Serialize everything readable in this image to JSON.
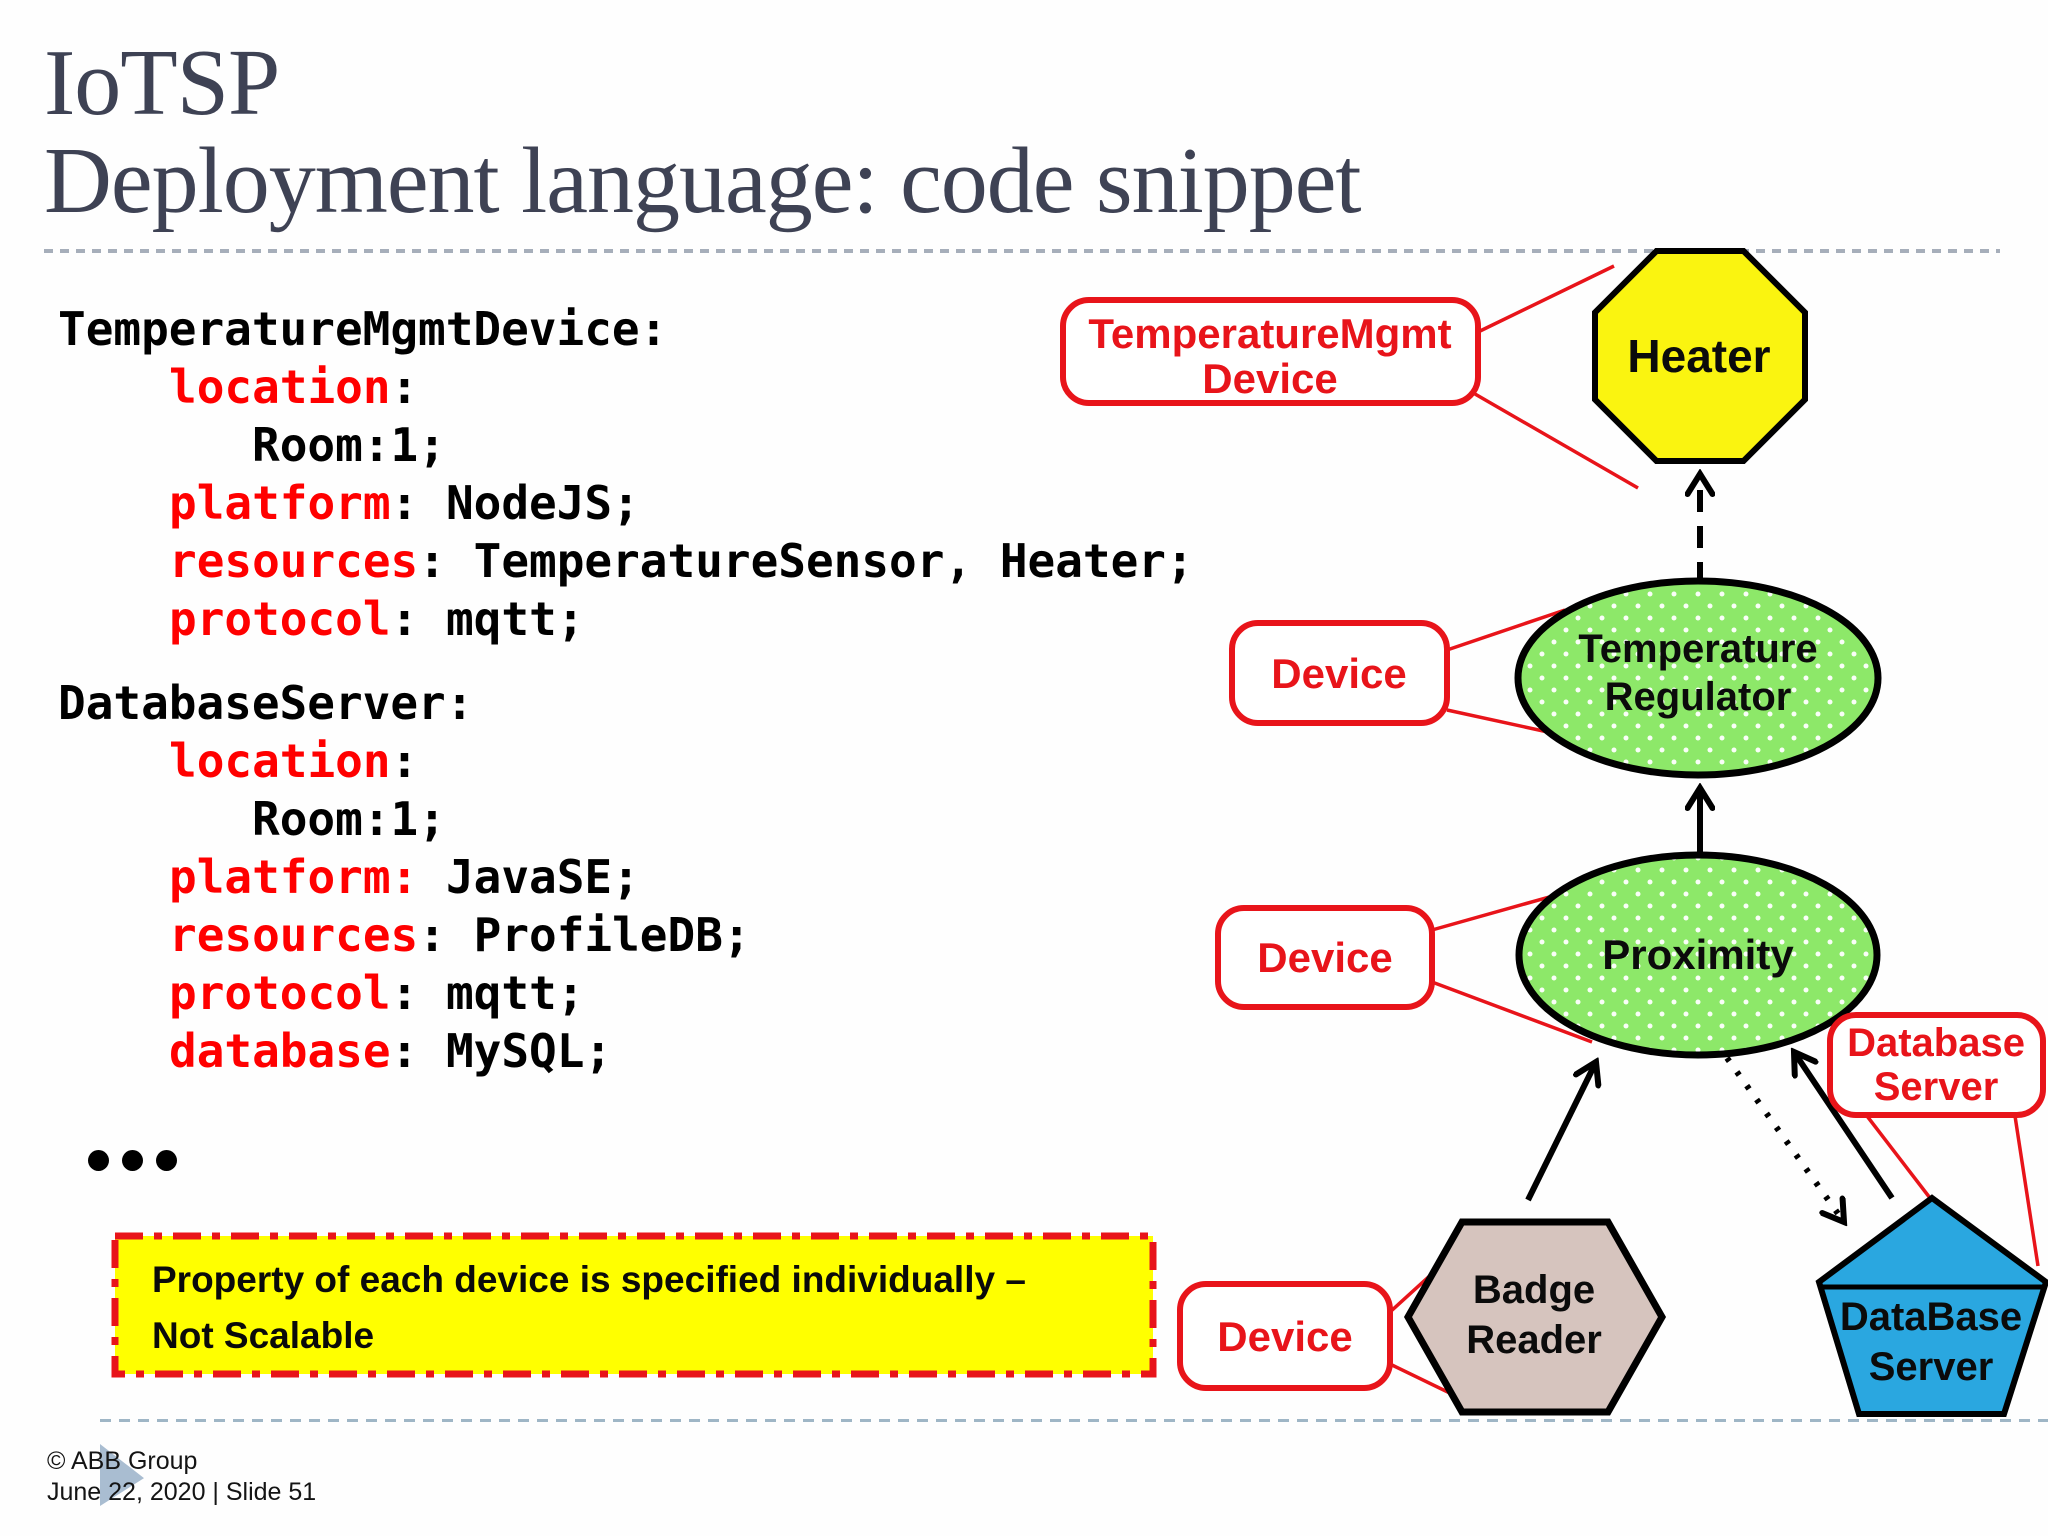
{
  "slide": {
    "title_line1": "IoTSP",
    "title_line2": "Deployment language: code snippet",
    "footer_copyright": "© ABB Group",
    "footer_date": "June 22, 2020 | Slide 51"
  },
  "code": {
    "keyword_color": "#FF0000",
    "plain_color": "#000000",
    "ellipsis": "...",
    "blocks": [
      {
        "lines": [
          {
            "indent": 0,
            "segments": [
              {
                "t": "TemperatureMgmtDevice:",
                "k": false
              }
            ]
          },
          {
            "indent": 1,
            "segments": [
              {
                "t": "location",
                "k": true
              },
              {
                "t": ":",
                "k": false
              }
            ]
          },
          {
            "indent": 2,
            "segments": [
              {
                "t": "Room:1;",
                "k": false
              }
            ]
          },
          {
            "indent": 1,
            "segments": [
              {
                "t": "platform",
                "k": true
              },
              {
                "t": ": NodeJS;",
                "k": false
              }
            ]
          },
          {
            "indent": 1,
            "segments": [
              {
                "t": "resources",
                "k": true
              },
              {
                "t": ": TemperatureSensor, Heater;",
                "k": false
              }
            ]
          },
          {
            "indent": 1,
            "segments": [
              {
                "t": "protocol",
                "k": true
              },
              {
                "t": ": mqtt;",
                "k": false
              }
            ]
          }
        ]
      },
      {
        "lines": [
          {
            "indent": 0,
            "segments": [
              {
                "t": "DatabaseServer:",
                "k": false
              }
            ]
          },
          {
            "indent": 1,
            "segments": [
              {
                "t": "location",
                "k": true
              },
              {
                "t": ":",
                "k": false
              }
            ]
          },
          {
            "indent": 2,
            "segments": [
              {
                "t": "Room:1;",
                "k": false
              }
            ]
          },
          {
            "indent": 1,
            "segments": [
              {
                "t": "platform:",
                "k": true
              },
              {
                "t": " JavaSE;",
                "k": false
              }
            ]
          },
          {
            "indent": 1,
            "segments": [
              {
                "t": "resources",
                "k": true
              },
              {
                "t": ": ProfileDB;",
                "k": false
              }
            ]
          },
          {
            "indent": 1,
            "segments": [
              {
                "t": "protocol",
                "k": true
              },
              {
                "t": ": mqtt;",
                "k": false
              }
            ]
          },
          {
            "indent": 1,
            "segments": [
              {
                "t": "database",
                "k": true
              },
              {
                "t": ": MySQL;",
                "k": false
              }
            ]
          }
        ]
      }
    ]
  },
  "callout": {
    "line1": "Property of each device is specified individually –",
    "line2": "Not Scalable",
    "bg": "#FFFF00",
    "border": "#E8141A"
  },
  "diagram": {
    "colors": {
      "red": "#E8141A",
      "yellow": "#FAF410",
      "green": "#8DE869",
      "blue": "#2AA7E0",
      "tan": "#D6C4BE",
      "black": "#000000"
    },
    "nodes": {
      "heater": {
        "label": "Heater"
      },
      "temperature_regulator": {
        "label_line1": "Temperature",
        "label_line2": "Regulator"
      },
      "proximity": {
        "label": "Proximity"
      },
      "badge_reader": {
        "label_line1": "Badge",
        "label_line2": "Reader"
      },
      "database_server": {
        "label_line1": "DataBase",
        "label_line2": "Server"
      }
    },
    "labels": {
      "temperature_mgmt_device": {
        "line1": "TemperatureMgmt",
        "line2": "Device"
      },
      "device_regulator": {
        "label": "Device"
      },
      "device_proximity": {
        "label": "Device"
      },
      "device_badge": {
        "label": "Device"
      },
      "database_server_label": {
        "line1": "Database",
        "line2": "Server"
      }
    }
  }
}
